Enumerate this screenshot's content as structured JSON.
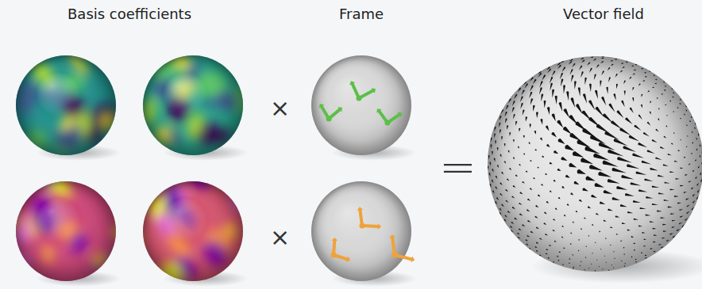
{
  "diagram": {
    "labels": [
      "Basis coefficients",
      "Frame",
      "Vector field",
      "×",
      "×",
      "="
    ]
  }
}
